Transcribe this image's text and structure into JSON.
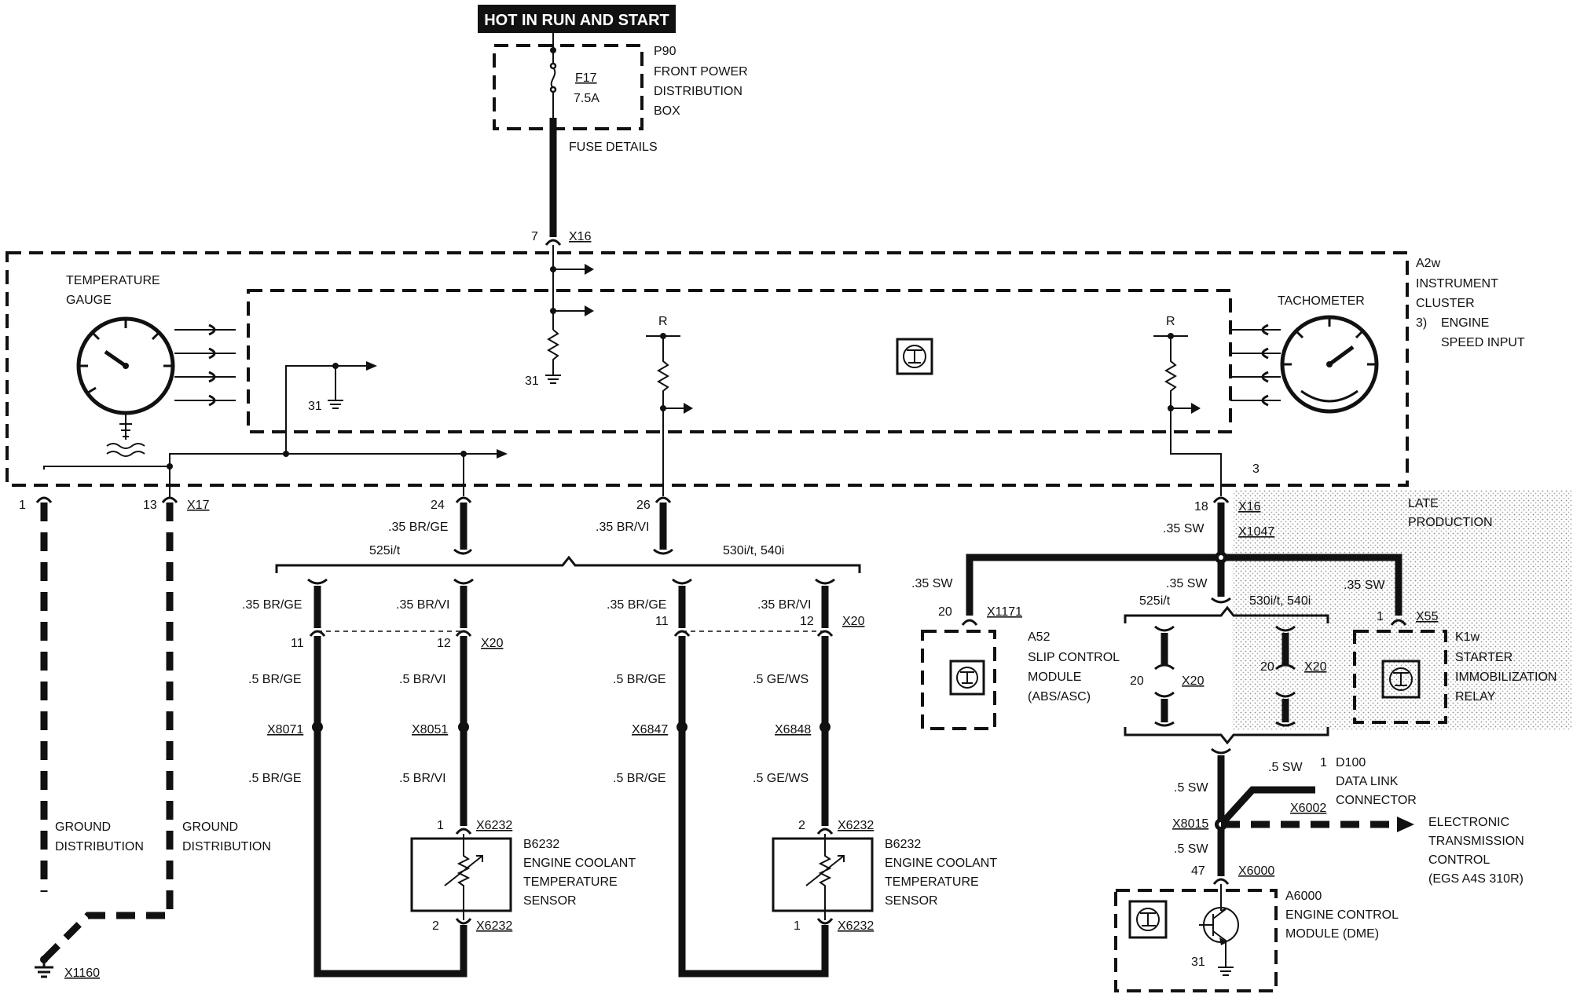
{
  "header": {
    "power_label": "HOT IN RUN AND START"
  },
  "fuse_box": {
    "ref": "P90",
    "name_lines": [
      "FRONT POWER",
      "DISTRIBUTION",
      "BOX"
    ],
    "fuse_id": "F17",
    "fuse_rating": "7.5A",
    "details_label": "FUSE DETAILS"
  },
  "cluster": {
    "ref": "A2w",
    "name_lines": [
      "INSTRUMENT",
      "CLUSTER"
    ],
    "note_num": "3)",
    "note_lines": [
      "ENGINE",
      "SPEED INPUT"
    ],
    "temp_gauge_lines": [
      "TEMPERATURE",
      "GAUGE"
    ],
    "tachometer_label": "TACHOMETER",
    "pin_power": "7",
    "conn_power": "X16",
    "ground_label": "31",
    "r_label": "R",
    "pin_24": "24",
    "pin_26": "26",
    "pin_18": "18",
    "conn_18": "X16",
    "pin_3": "3",
    "pin_1": "1",
    "pin_13": "13",
    "conn_x17": "X17"
  },
  "ground": {
    "label_left": [
      "GROUND",
      "DISTRIBUTION"
    ],
    "label_right": [
      "GROUND",
      "DISTRIBUTION"
    ],
    "ground_point": "X1160"
  },
  "left_harness": {
    "wire_24": ".35 BR/GE",
    "wire_26": ".35 BR/VI",
    "variant_a": "525i/t",
    "variant_b": "530i/t, 540i",
    "br_a1": ".35 BR/GE",
    "br_a2": ".35 BR/VI",
    "br_b1": ".35 BR/GE",
    "br_b2": ".35 BR/VI",
    "pin_11a": "11",
    "pin_12a": "12",
    "conn_x20a": "X20",
    "pin_11b": "11",
    "pin_12b": "12",
    "conn_x20b": "X20",
    "wire_a1_mid": ".5 BR/GE",
    "wire_a2_mid": ".5 BR/VI",
    "wire_b1_mid": ".5 BR/GE",
    "wire_b2_mid": ".5 GE/WS",
    "splice_a1": "X8071",
    "splice_a2": "X8051",
    "splice_b1": "X6847",
    "splice_b2": "X6848",
    "wire_a1_low": ".5 BR/GE",
    "wire_a2_low": ".5 BR/VI",
    "wire_b1_low": ".5 BR/GE",
    "wire_b2_low": ".5 GE/WS"
  },
  "sensor_a": {
    "pin_top": "1",
    "conn_top": "X6232",
    "pin_bottom": "2",
    "conn_bottom": "X6232",
    "ref": "B6232",
    "name_lines": [
      "ENGINE COOLANT",
      "TEMPERATURE",
      "SENSOR"
    ]
  },
  "sensor_b": {
    "pin_top": "2",
    "conn_top": "X6232",
    "pin_bottom": "1",
    "conn_bottom": "X6232",
    "ref": "B6232",
    "name_lines": [
      "ENGINE COOLANT",
      "TEMPERATURE",
      "SENSOR"
    ]
  },
  "right_harness": {
    "wire_18": ".35 SW",
    "conn_x1047": "X1047",
    "late_production": [
      "LATE",
      "PRODUCTION"
    ],
    "wire_left": ".35 SW",
    "wire_center": ".35 SW",
    "wire_right": ".35 SW",
    "pin_20_a52": "20",
    "conn_x1171": "X1171",
    "variant_a": "525i/t",
    "variant_b": "530i/t, 540i",
    "pin_20a": "20",
    "conn_x20a": "X20",
    "pin_20b": "20",
    "conn_x20b": "X20",
    "pin_1_k1w": "1",
    "conn_x55": "X55",
    "wire_low": ".5 SW",
    "wire_dlc": ".5 SW",
    "pin_dlc": "1",
    "splice_x8015": "X8015",
    "conn_x6002": "X6002",
    "wire_ecm": ".5 SW",
    "pin_47": "47",
    "conn_x6000": "X6000",
    "ground_label": "31"
  },
  "abs_module": {
    "ref": "A52",
    "name_lines": [
      "SLIP CONTROL",
      "MODULE",
      "(ABS/ASC)"
    ]
  },
  "relay": {
    "ref": "K1w",
    "name_lines": [
      "STARTER",
      "IMMOBILIZATION",
      "RELAY"
    ]
  },
  "dlc": {
    "ref": "D100",
    "name_lines": [
      "DATA LINK",
      "CONNECTOR"
    ]
  },
  "transmission": {
    "name_lines": [
      "ELECTRONIC",
      "TRANSMISSION",
      "CONTROL",
      "(EGS A4S 310R)"
    ]
  },
  "ecm": {
    "ref": "A6000",
    "name_lines": [
      "ENGINE CONTROL",
      "MODULE (DME)"
    ]
  }
}
